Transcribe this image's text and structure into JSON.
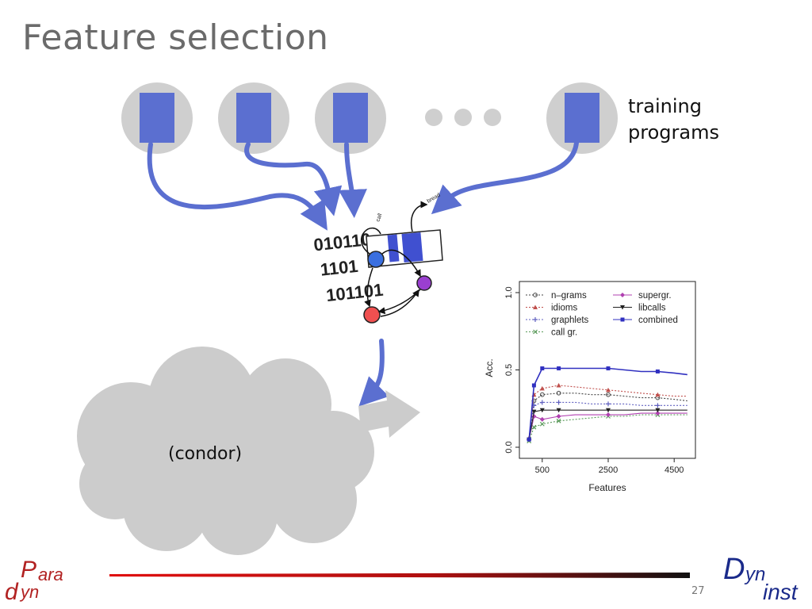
{
  "slide": {
    "title": "Feature selection",
    "training_label_line1": "training",
    "training_label_line2": "programs",
    "cloud_label": "(condor)",
    "page_number": "27"
  },
  "binary_block": {
    "lines": [
      "010110",
      "1101",
      "101101"
    ]
  },
  "graph_labels": {
    "node_call": "call",
    "node_bread": "bread"
  },
  "logos": {
    "left": {
      "text": "Paradyn",
      "color": "#b22222"
    },
    "right": {
      "text": "Dyninst",
      "color": "#1a2a8a"
    }
  },
  "colors": {
    "program_box": "#5b6fd0",
    "program_circle": "#cfcfcf",
    "arrow": "#5b6fd0",
    "cloud": "#cccccc",
    "footer_line_start": "#e01010",
    "footer_line_end": "#111111"
  },
  "chart_data": {
    "type": "line",
    "xlabel": "Features",
    "ylabel": "Acc.",
    "xlim": [
      0,
      5000
    ],
    "ylim": [
      0,
      1.0
    ],
    "xticks": [
      500,
      2500,
      4500
    ],
    "yticks": [
      0.0,
      0.5,
      1.0
    ],
    "legend_position": "top",
    "series": [
      {
        "name": "n–grams",
        "color": "#444444",
        "marker": "circle",
        "dashed": true,
        "x": [
          100,
          250,
          500,
          1000,
          1500,
          2000,
          2500,
          3000,
          3500,
          4000,
          4500,
          4900
        ],
        "y": [
          0.05,
          0.3,
          0.34,
          0.35,
          0.35,
          0.34,
          0.34,
          0.33,
          0.32,
          0.32,
          0.31,
          0.3
        ]
      },
      {
        "name": "idioms",
        "color": "#c0504d",
        "marker": "triangle",
        "dashed": true,
        "x": [
          100,
          250,
          500,
          1000,
          1500,
          2000,
          2500,
          3000,
          3500,
          4000,
          4500,
          4900
        ],
        "y": [
          0.06,
          0.34,
          0.38,
          0.4,
          0.39,
          0.38,
          0.37,
          0.36,
          0.35,
          0.34,
          0.33,
          0.33
        ]
      },
      {
        "name": "graphlets",
        "color": "#6060c0",
        "marker": "plus",
        "dashed": true,
        "x": [
          100,
          250,
          500,
          1000,
          1500,
          2000,
          2500,
          3000,
          3500,
          4000,
          4500,
          4900
        ],
        "y": [
          0.05,
          0.27,
          0.29,
          0.29,
          0.29,
          0.28,
          0.28,
          0.28,
          0.27,
          0.27,
          0.27,
          0.27
        ]
      },
      {
        "name": "call gr.",
        "color": "#5a9a5a",
        "marker": "cross",
        "dashed": true,
        "x": [
          100,
          250,
          500,
          1000,
          1500,
          2000,
          2500,
          3000,
          3500,
          4000,
          4500,
          4900
        ],
        "y": [
          0.04,
          0.13,
          0.15,
          0.17,
          0.18,
          0.19,
          0.2,
          0.2,
          0.21,
          0.21,
          0.21,
          0.21
        ]
      },
      {
        "name": "supergr.",
        "color": "#b040b0",
        "marker": "diamond",
        "dashed": false,
        "x": [
          100,
          250,
          500,
          1000,
          1500,
          2000,
          2500,
          3000,
          3500,
          4000,
          4500,
          4900
        ],
        "y": [
          0.05,
          0.2,
          0.18,
          0.2,
          0.21,
          0.21,
          0.21,
          0.21,
          0.22,
          0.22,
          0.22,
          0.22
        ]
      },
      {
        "name": "libcalls",
        "color": "#222222",
        "marker": "triangle-down",
        "dashed": false,
        "x": [
          100,
          250,
          500,
          1000,
          1500,
          2000,
          2500,
          3000,
          3500,
          4000,
          4500,
          4900
        ],
        "y": [
          0.05,
          0.23,
          0.24,
          0.24,
          0.24,
          0.24,
          0.24,
          0.24,
          0.24,
          0.24,
          0.24,
          0.24
        ]
      },
      {
        "name": "combined",
        "color": "#3030c0",
        "marker": "square",
        "dashed": false,
        "x": [
          100,
          250,
          500,
          1000,
          1500,
          2000,
          2500,
          3000,
          3500,
          4000,
          4500,
          4900
        ],
        "y": [
          0.05,
          0.4,
          0.51,
          0.51,
          0.51,
          0.51,
          0.51,
          0.5,
          0.49,
          0.49,
          0.48,
          0.47
        ]
      }
    ]
  }
}
